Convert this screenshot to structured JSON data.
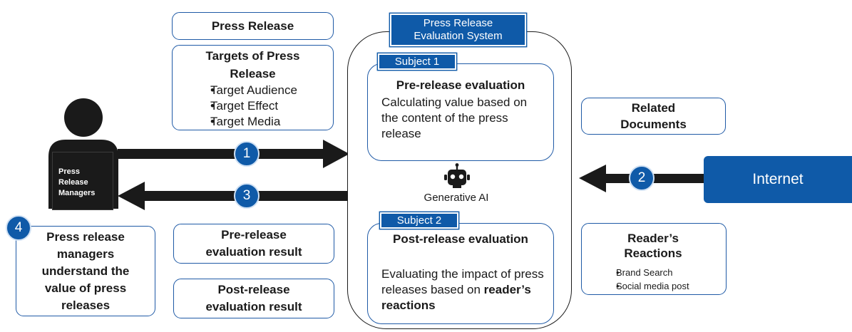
{
  "left": {
    "press_release": "Press Release",
    "targets_title": "Targets of Press Release",
    "targets": [
      "Target Audience",
      "Target Effect",
      "Target Media"
    ],
    "managers_label": "Press Release Managers",
    "pre_result": "Pre-release evaluation result",
    "post_result": "Post-release evaluation result",
    "understand": "Press release managers understand the value of press releases"
  },
  "system": {
    "title": "Press Release Evaluation System",
    "subject1_tag": "Subject 1",
    "subject1_title": "Pre-release evaluation",
    "subject1_text": "Calculating value based on the content of the press release",
    "ai_label": "Generative AI",
    "subject2_tag": "Subject 2",
    "subject2_title": "Post-release evaluation",
    "subject2_text": "Evaluating the impact of press releases based on",
    "subject2_bold": "reader’s reactions"
  },
  "right": {
    "related_docs": "Related Documents",
    "internet": "Internet",
    "reactions_title": "Reader’s Reactions",
    "reactions": [
      "Brand Search",
      "Social media post"
    ]
  },
  "steps": [
    "1",
    "2",
    "3",
    "4"
  ],
  "colors": {
    "accent": "#0f5aa8",
    "arrow": "#1a1a1a",
    "person": "#1a1a1a"
  }
}
